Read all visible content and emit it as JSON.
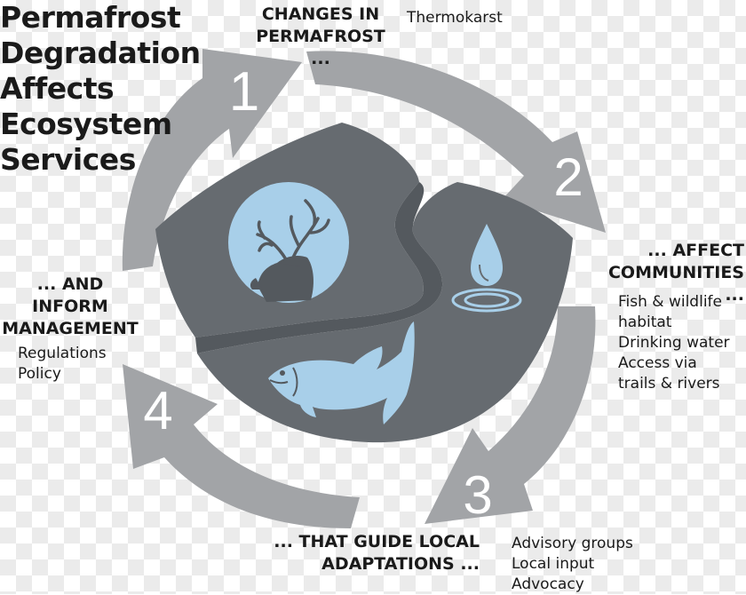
{
  "title": [
    "Permafrost",
    "Degradation",
    "Affects",
    "Ecosystem",
    "Services"
  ],
  "steps": [
    {
      "number": "1",
      "heading": [
        "CHANGES IN",
        "PERMAFROST ..."
      ],
      "items": [
        "Thermokarst"
      ]
    },
    {
      "number": "2",
      "heading": [
        "... AFFECT",
        "COMMUNITIES ..."
      ],
      "items": [
        "Fish & wildlife",
        "habitat",
        "Drinking water",
        "Access via",
        "trails & rivers"
      ]
    },
    {
      "number": "3",
      "heading": [
        "... THAT GUIDE LOCAL",
        "ADAPTATIONS ..."
      ],
      "items": [
        "Advisory groups",
        "Local input",
        "Advocacy"
      ]
    },
    {
      "number": "4",
      "heading": [
        "... AND",
        "INFORM",
        "MANAGEMENT"
      ],
      "items": [
        "Regulations",
        "Policy"
      ]
    }
  ],
  "icons": [
    "caribou-icon",
    "water-drop-icon",
    "salmon-icon"
  ],
  "colors": {
    "arrow": "#a2a4a7",
    "arrow_text": "#ffffff",
    "emblem": "#666b70",
    "emblem_dark": "#54595e",
    "icon_fill": "#a8cfe9",
    "text": "#1a1a1a"
  }
}
